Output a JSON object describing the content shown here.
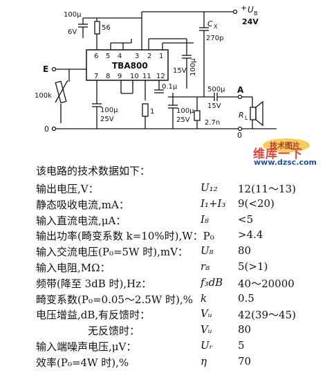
{
  "schematic": {
    "labels": {
      "supply_ub": "U",
      "supply_ub_sub": "B",
      "supply_v": "24V",
      "cap_top_left": "100μ",
      "cap_top_left_v": "6V",
      "res_56": "56",
      "cx": "C",
      "cx_sub": "X",
      "cx_val": "270p",
      "ic_name": "TBA800",
      "pins_top": [
        "6",
        "5",
        "4",
        "3",
        "2",
        "1"
      ],
      "pins_bottom": [
        "7",
        "8",
        "9",
        "10",
        "11",
        "12"
      ],
      "input_e": "E",
      "pot_100k": "100k",
      "cap_15v_100u_v": "15V",
      "cap_15v_100u_u": "100μ",
      "cap_01u": "0.1μ",
      "res_1": "1",
      "cap_100u_25v_left": "100μ",
      "cap_100u_25v_left_v": "25V",
      "cap_100u_25v_mid": "100μ",
      "cap_100u_25v_mid_v": "25V",
      "cap_500u": "500μ",
      "cap_500u_v": "15V",
      "res_27": "2.7n",
      "node_a": "A",
      "node_0_right": "0",
      "node_0_left": "0",
      "rl": "R",
      "rl_sub": "L"
    }
  },
  "watermark": {
    "title": "维库一下",
    "url": "www.dzsc.com",
    "logo_text": "技术图片"
  },
  "intro": "该电路的技术数据如下：",
  "specs": [
    {
      "label": "输出电压,V：",
      "symbol": "U₁₂",
      "value": "12(11～13)"
    },
    {
      "label": "静态吸收电流,mA：",
      "symbol": "I₁+I₃",
      "value": "9(<20)"
    },
    {
      "label": "输入直流电流,μA：",
      "symbol": "I₈",
      "value": "<5"
    },
    {
      "label": "输出功率(畸变系数 k=10%时),W：P₀",
      "symbol": "",
      "value": ">4.4"
    },
    {
      "label": "输入交流电压(P₀=5W 时),mV：",
      "symbol": "U₈",
      "value": "80"
    },
    {
      "label": "输入电阻,MΩ：",
      "symbol": "r₈",
      "value": "5(>1)"
    },
    {
      "label": "频带(降至 3dB 时),Hz：",
      "symbol": "f₃dB",
      "value": "40～20000"
    },
    {
      "label": "畸变系数(P₀=0.05～2.5W 时),%",
      "symbol": "k",
      "value": "0.5"
    },
    {
      "label": "电压增益,dB,有反馈时：",
      "symbol": "Vᵤ",
      "value": "42(39～45)"
    },
    {
      "label": "　　　　　无反馈时：",
      "symbol": "Vᵤ",
      "value": "80"
    },
    {
      "label": "输入端噪声电压,μV：",
      "symbol": "Uᵣ",
      "value": "5"
    },
    {
      "label": "效率(P₀=4W 时),%",
      "symbol": "η",
      "value": "70"
    }
  ]
}
